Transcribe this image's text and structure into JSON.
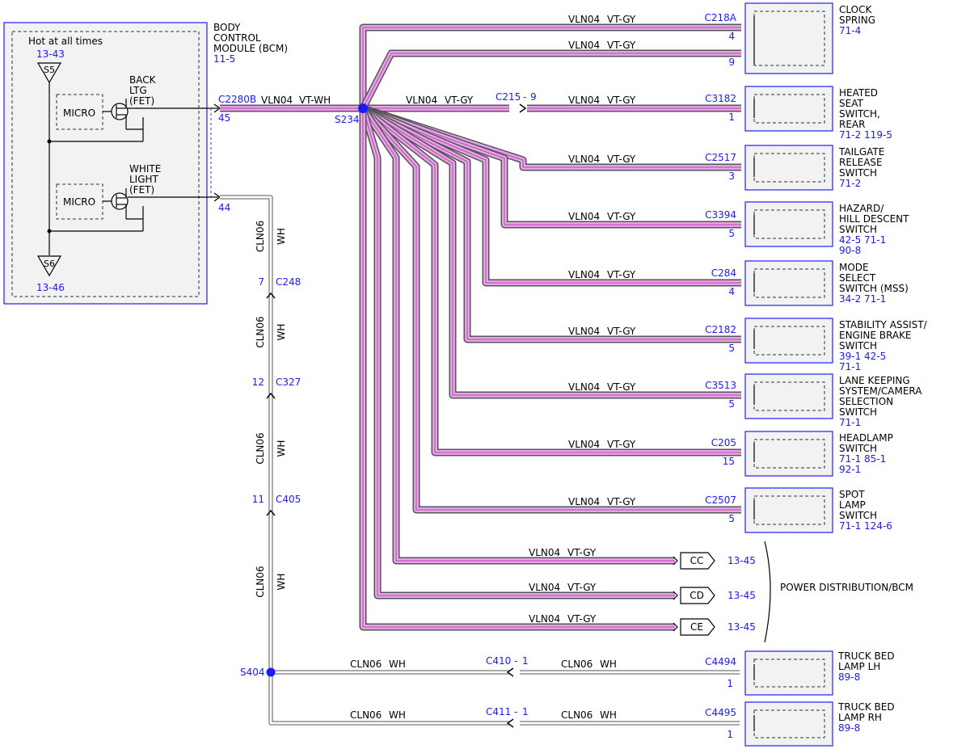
{
  "bcm": {
    "title_lines": [
      "BODY",
      "CONTROL",
      "MODULE (BCM)"
    ],
    "ref": "11-5",
    "hot_label": "Hot at all times",
    "s5": {
      "label": "S5",
      "ref": "13-43"
    },
    "s6": {
      "label": "S6",
      "ref": "13-46"
    },
    "micro_label": "MICRO",
    "back_ltg_lines": [
      "BACK",
      "LTG",
      "(FET)"
    ],
    "white_light_lines": [
      "WHITE",
      "LIGHT",
      "(FET)"
    ],
    "pin_45": "45",
    "pin_44": "44",
    "connector": "C2280B"
  },
  "main_wire": {
    "circuit": "VLN04",
    "color": "VT-WH"
  },
  "splice_s234": "S234",
  "splice_s404": "S404",
  "inline_c215": {
    "connector": "C215",
    "dash": "-",
    "pin": "9",
    "circuit_left": "VLN04",
    "color_left": "VT-GY"
  },
  "branches": [
    {
      "connector": "C218A",
      "pin": "4",
      "circuit": "VLN04",
      "color": "VT-GY",
      "device_lines": [
        "CLOCK",
        "SPRING"
      ],
      "refs": [
        "71-4"
      ]
    },
    {
      "connector": "",
      "pin": "9",
      "circuit": "VLN04",
      "color": "VT-GY",
      "device_lines": [],
      "refs": []
    },
    {
      "connector": "C3182",
      "pin": "1",
      "circuit": "VLN04",
      "color": "VT-GY",
      "device_lines": [
        "HEATED",
        "SEAT",
        "SWITCH,",
        "REAR"
      ],
      "refs": [
        "71-2  119-5"
      ]
    },
    {
      "connector": "C2517",
      "pin": "3",
      "circuit": "VLN04",
      "color": "VT-GY",
      "device_lines": [
        "TAILGATE",
        "RELEASE",
        "SWITCH"
      ],
      "refs": [
        "71-2"
      ]
    },
    {
      "connector": "C3394",
      "pin": "5",
      "circuit": "VLN04",
      "color": "VT-GY",
      "device_lines": [
        "HAZARD/",
        "HILL DESCENT",
        "SWITCH"
      ],
      "refs": [
        "42-5  71-1",
        "90-8"
      ]
    },
    {
      "connector": "C284",
      "pin": "4",
      "circuit": "VLN04",
      "color": "VT-GY",
      "device_lines": [
        "MODE",
        "SELECT",
        "SWITCH (MSS)"
      ],
      "refs": [
        "34-2  71-1"
      ]
    },
    {
      "connector": "C2182",
      "pin": "5",
      "circuit": "VLN04",
      "color": "VT-GY",
      "device_lines": [
        "STABILITY ASSIST/",
        "ENGINE BRAKE",
        "SWITCH"
      ],
      "refs": [
        "39-1  42-5",
        "71-1"
      ]
    },
    {
      "connector": "C3513",
      "pin": "5",
      "circuit": "VLN04",
      "color": "VT-GY",
      "device_lines": [
        "LANE KEEPING",
        "SYSTEM/CAMERA",
        "SELECTION",
        "SWITCH"
      ],
      "refs": [
        "71-1"
      ]
    },
    {
      "connector": "C205",
      "pin": "15",
      "circuit": "VLN04",
      "color": "VT-GY",
      "device_lines": [
        "HEADLAMP",
        "SWITCH"
      ],
      "refs": [
        "71-1  85-1",
        "92-1"
      ]
    },
    {
      "connector": "C2507",
      "pin": "5",
      "circuit": "VLN04",
      "color": "VT-GY",
      "device_lines": [
        "SPOT",
        "LAMP",
        "SWITCH"
      ],
      "refs": [
        "71-1  124-6"
      ]
    }
  ],
  "offpage": [
    {
      "code": "CC",
      "circuit": "VLN04",
      "color": "VT-GY",
      "ref": "13-45"
    },
    {
      "code": "CD",
      "circuit": "VLN04",
      "color": "VT-GY",
      "ref": "13-45"
    },
    {
      "code": "CE",
      "circuit": "VLN04",
      "color": "VT-GY",
      "ref": "13-45"
    }
  ],
  "power_label": "POWER DISTRIBUTION/BCM",
  "ground_circuit": "CLN06",
  "ground_color": "WH",
  "ground_inline": [
    {
      "connector": "C248",
      "pin": "7"
    },
    {
      "connector": "C327",
      "pin": "12"
    },
    {
      "connector": "C405",
      "pin": "11"
    }
  ],
  "lamps": [
    {
      "inline_connector": "C410",
      "inline_dash": "-",
      "inline_pin": "1",
      "connector": "C4494",
      "pin": "1",
      "circuit": "CLN06",
      "color": "WH",
      "device_lines": [
        "TRUCK BED",
        "LAMP LH"
      ],
      "refs": [
        "89-8"
      ]
    },
    {
      "inline_connector": "C411",
      "inline_dash": "-",
      "inline_pin": "1",
      "connector": "C4495",
      "pin": "1",
      "circuit": "CLN06",
      "color": "WH",
      "device_lines": [
        "TRUCK BED",
        "LAMP RH"
      ],
      "refs": [
        "89-8"
      ]
    }
  ]
}
